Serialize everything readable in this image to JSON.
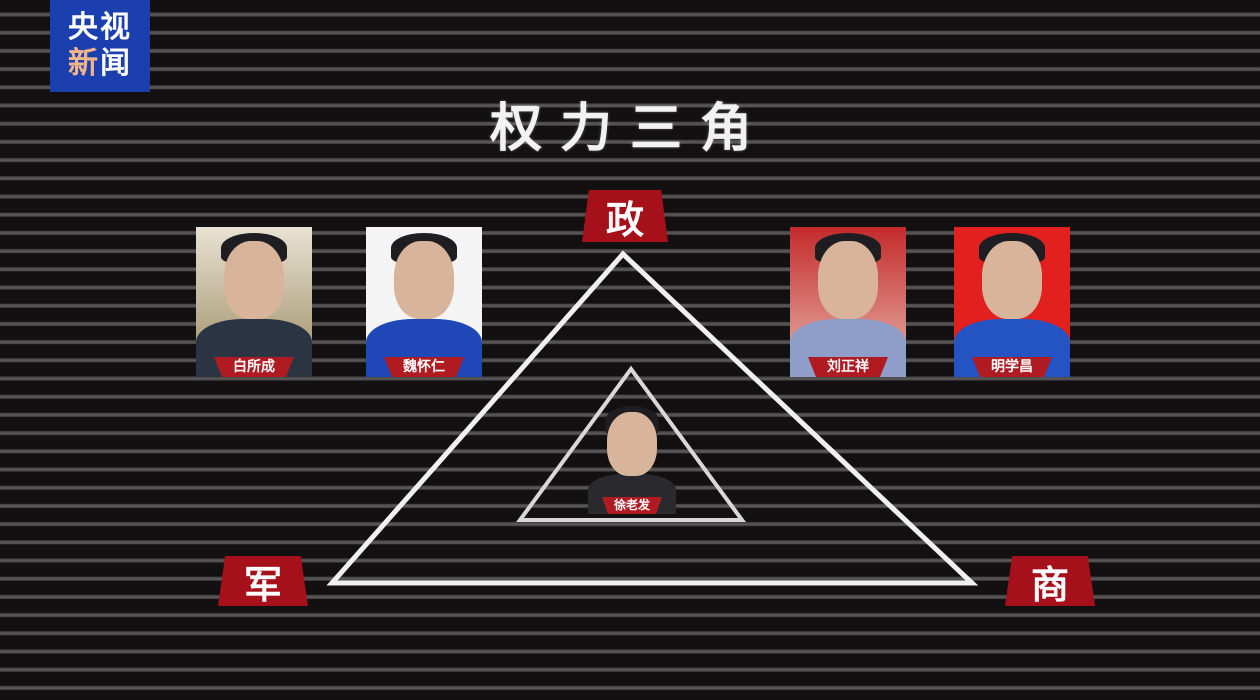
{
  "logo": {
    "line1": "央视",
    "line2_accent": "新",
    "line2_rest": "闻",
    "bg_color": "#1b3fae"
  },
  "title": "权力三角",
  "corners": {
    "top": "政",
    "left": "军",
    "right": "商"
  },
  "people": [
    {
      "name": "白所成",
      "group": "left"
    },
    {
      "name": "魏怀仁",
      "group": "left"
    },
    {
      "name": "刘正祥",
      "group": "right"
    },
    {
      "name": "明学昌",
      "group": "right"
    },
    {
      "name": "徐老发",
      "group": "center"
    }
  ],
  "colors": {
    "accent_red": "#a6101a",
    "background": "#131011",
    "stripe": "#555354",
    "line": "#f0f0f0"
  }
}
